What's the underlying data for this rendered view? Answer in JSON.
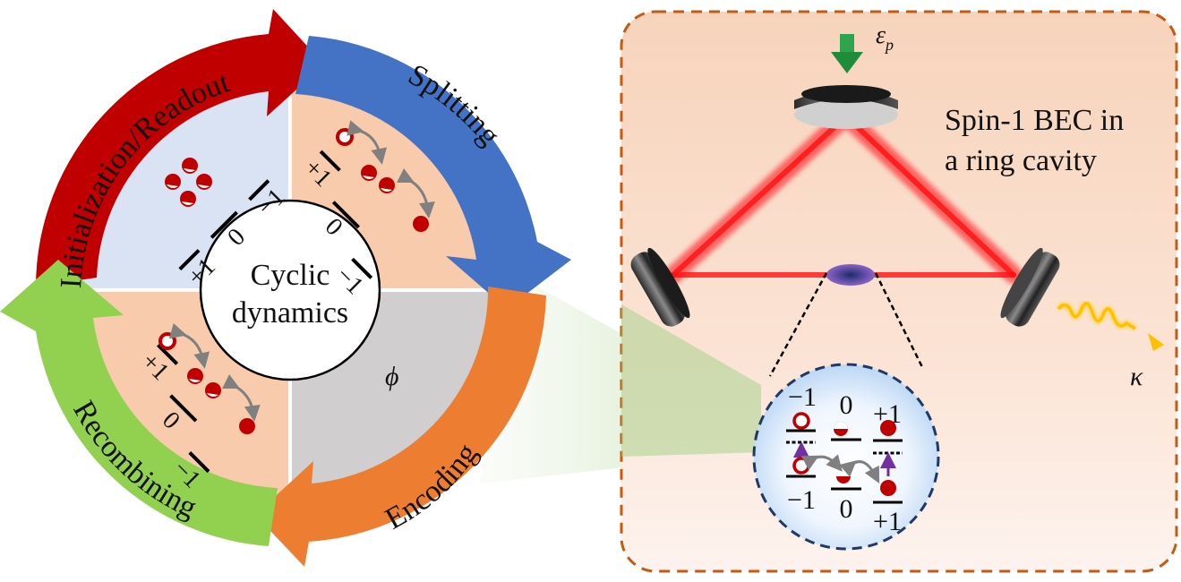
{
  "left_panel": {
    "center_label_line1": "Cyclic",
    "center_label_line2": "dynamics",
    "stages": [
      {
        "name": "Initialization/Readout",
        "color": "#c00000"
      },
      {
        "name": "Splitting",
        "color": "#4472c4"
      },
      {
        "name": "Encoding",
        "color": "#ed7d31"
      },
      {
        "name": "Recombining",
        "color": "#92d050"
      }
    ],
    "quadrants": {
      "init": {
        "levels": [
          "+1",
          "0",
          "−1"
        ],
        "bg": "#dae3f3"
      },
      "splitting": {
        "levels": [
          "+1",
          "0",
          "−1"
        ],
        "bg": "#f8cbad"
      },
      "encoding": {
        "symbol": "ϕ",
        "bg": "#d0cece"
      },
      "recombining": {
        "levels": [
          "+1",
          "0",
          "−1"
        ],
        "bg": "#f8cbad"
      }
    }
  },
  "right_panel": {
    "title_line1": "Spin-1 BEC in",
    "title_line2": "a ring cavity",
    "pump_label": "ε",
    "pump_subscript": "p",
    "decay_label": "κ",
    "inset": {
      "top_labels": [
        "−1",
        "0",
        "+1"
      ],
      "bottom_labels": [
        "−1",
        "0",
        "+1"
      ]
    },
    "border_color": "#c55a11",
    "background": "#f8d5bf"
  }
}
